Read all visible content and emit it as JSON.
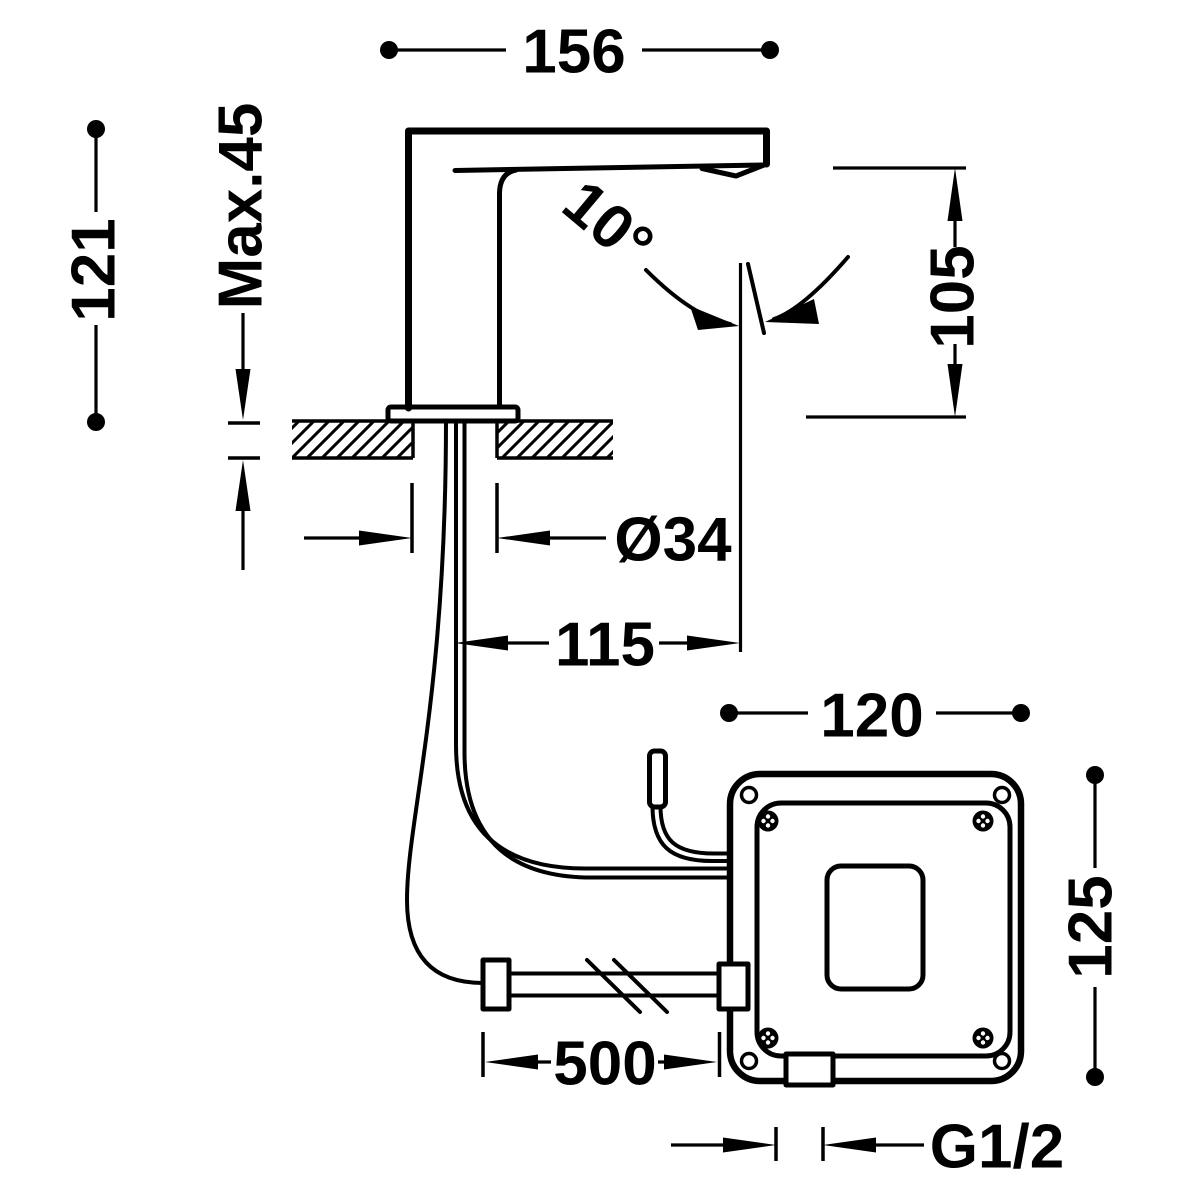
{
  "drawing": {
    "dimensions": {
      "spout_length": "156",
      "height": "121",
      "max_deck_thickness": "Max.45",
      "stream_angle": "10°",
      "outlet_height": "105",
      "hole_diameter": "Ø34",
      "spout_reach": "115",
      "box_width": "120",
      "box_height": "125",
      "hose_length": "500",
      "thread_size": "G1/2"
    },
    "colors": {
      "line": "#000000",
      "background": "#ffffff"
    }
  }
}
